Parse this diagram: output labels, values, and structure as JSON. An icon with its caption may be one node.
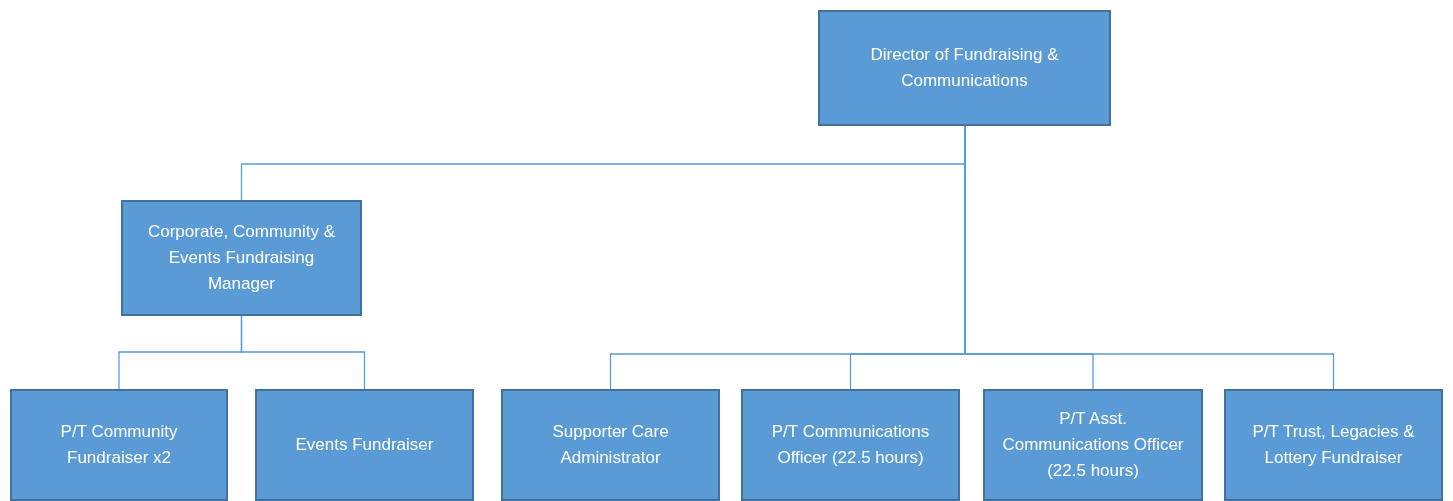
{
  "diagram": {
    "nodes": [
      {
        "text": [
          "Director of Fundraising & Communications"
        ]
      },
      {
        "text": [
          "Corporate, Community & Events Fundraising Manager"
        ]
      },
      {
        "text": [
          "P/T Community Fundraiser x2"
        ]
      },
      {
        "text": [
          "Events Fundraiser"
        ]
      },
      {
        "text": [
          "Supporter Care Administrator"
        ]
      },
      {
        "text": [
          "P/T Communications Officer (22.5 hours)"
        ]
      },
      {
        "text": [
          "P/T Asst. Communications Officer (22.5 hours)"
        ]
      },
      {
        "text": [
          "P/T Trust, Legacies & Lottery Fundraiser"
        ]
      }
    ],
    "edges": [
      {
        "from": 0,
        "to": 1,
        "arrow": "none"
      },
      {
        "from": 1,
        "to": 2,
        "arrow": "none"
      },
      {
        "from": 1,
        "to": 3,
        "arrow": "none"
      },
      {
        "from": 0,
        "to": 4,
        "arrow": "none"
      },
      {
        "from": 0,
        "to": 5,
        "arrow": "none"
      },
      {
        "from": 0,
        "to": 6,
        "arrow": "none"
      },
      {
        "from": 0,
        "to": 7,
        "arrow": "none"
      }
    ]
  }
}
